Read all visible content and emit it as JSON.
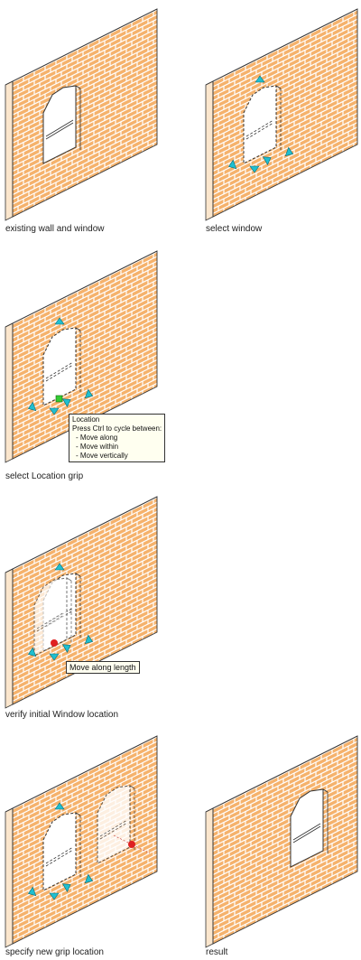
{
  "panels": [
    {
      "caption": "existing wall and window"
    },
    {
      "caption": "select window"
    },
    {
      "caption": "select Location grip",
      "tooltip": {
        "title": "Location",
        "lines": [
          "Press Ctrl to cycle between:",
          " - Move along",
          " - Move within",
          " - Move vertically"
        ]
      }
    },
    {
      "caption": "verify initial Window location",
      "tooltip": {
        "title": "Move along length"
      }
    },
    {
      "caption": "specify new grip location"
    },
    {
      "caption": "result"
    }
  ],
  "colors": {
    "brick": "#f5b26c",
    "mortar": "#ffffff",
    "outline": "#333333",
    "grip": "#1fbfd0",
    "location_grip": "#33cc33",
    "new_grip": "#e02020",
    "window_frame": "#e8eef2",
    "glass": "#ffffff"
  },
  "icons": [
    "grip-arrow-icon",
    "location-grip-icon",
    "new-grip-location-icon"
  ]
}
